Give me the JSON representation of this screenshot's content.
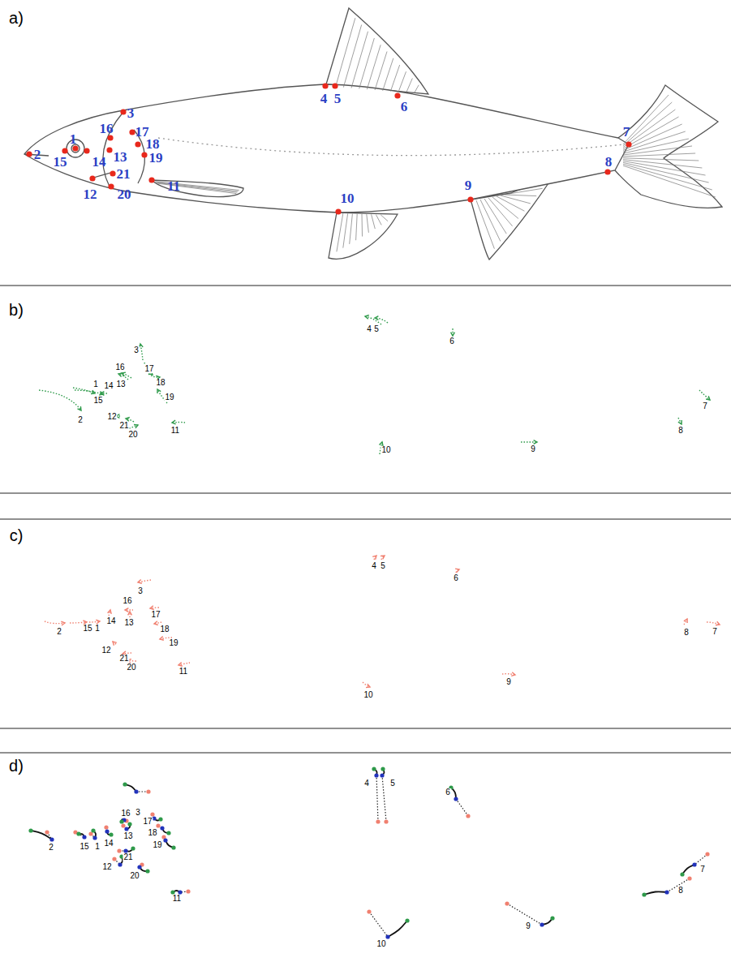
{
  "diagram": {
    "labels": [
      "a)",
      "1",
      "2",
      "3",
      "4",
      "5",
      "6",
      "7",
      "8",
      "9",
      "10",
      "11",
      "12",
      "13",
      "14",
      "15",
      "16",
      "17",
      "18",
      "19",
      "20",
      "21",
      "b)",
      "1",
      "2",
      "3",
      "4",
      "5",
      "6",
      "7",
      "8",
      "9",
      "10",
      "11",
      "12",
      "13",
      "14",
      "15",
      "16",
      "17",
      "18",
      "19",
      "20",
      "21",
      "c)",
      "1",
      "2",
      "3",
      "4",
      "5",
      "6",
      "7",
      "8",
      "9",
      "10",
      "11",
      "12",
      "13",
      "14",
      "15",
      "16",
      "17",
      "18",
      "19",
      "20",
      "21",
      "d)",
      "1",
      "2",
      "3",
      "4",
      "5",
      "6",
      "7",
      "8",
      "9",
      "10",
      "11",
      "12",
      "13",
      "14",
      "15",
      "16",
      "17",
      "18",
      "19",
      "20",
      "21"
    ]
  }
}
